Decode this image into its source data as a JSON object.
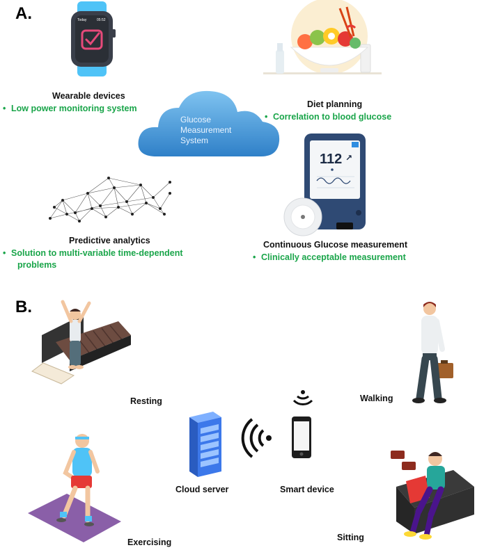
{
  "panel_a": {
    "letter": "A.",
    "center": {
      "line1": "Glucose",
      "line2": "Measurement",
      "line3": "System"
    },
    "watch": {
      "top_left": "Today",
      "time": "05:52"
    },
    "meter": {
      "reading": "112",
      "arrow": "↗"
    },
    "wearable": {
      "title": "Wearable devices",
      "detail": "Low power monitoring system"
    },
    "diet": {
      "title": "Diet planning",
      "detail": "Correlation to blood glucose"
    },
    "analytics": {
      "title": "Predictive analytics",
      "detail_line1": "Solution to multi-variable time-dependent",
      "detail_line2": "problems"
    },
    "cgm": {
      "title": "Continuous Glucose measurement",
      "detail": "Clinically acceptable measurement"
    }
  },
  "panel_b": {
    "letter": "B.",
    "resting": "Resting",
    "walking": "Walking",
    "exercising": "Exercising",
    "sitting": "Sitting",
    "cloud_server": "Cloud server",
    "smart_device": "Smart device"
  },
  "colors": {
    "accent_green": "#1aa54a",
    "cloud_blue": "#3a8fd0",
    "watch_band": "#4fc3f7",
    "server_blue": "#2f6fd6"
  }
}
